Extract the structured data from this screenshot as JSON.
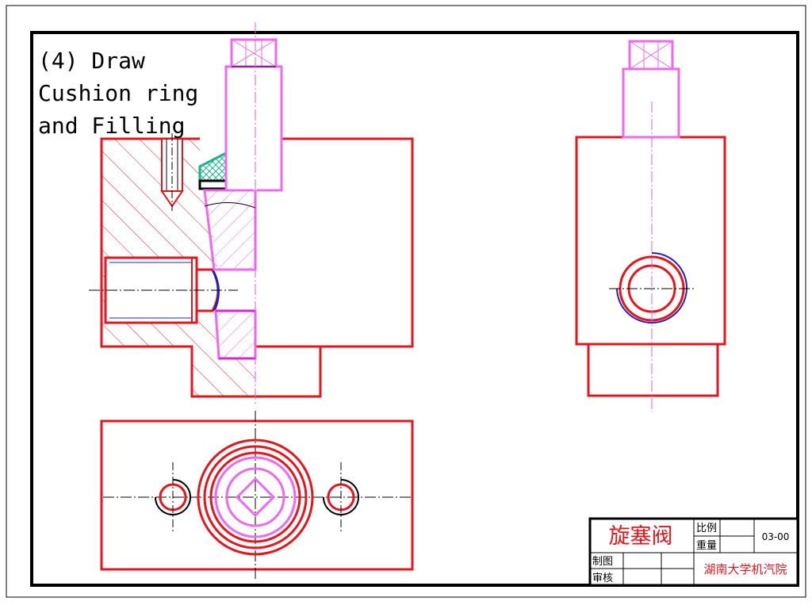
{
  "step": {
    "title": "(4) Draw\nCushion ring\nand Filling"
  },
  "title_block": {
    "part_name": "旋塞阀",
    "scale_label": "比例",
    "weight_label": "重量",
    "drawing_number": "03-00",
    "drawn_by_label": "制图",
    "checked_by_label": "审核",
    "organization": "湖南大学机汽院"
  },
  "colors": {
    "body_outline": "#e8141c",
    "plug": "#f067f0",
    "centerline": "#e060e0",
    "cushion_ring": "#1ab28c",
    "gasket": "#000000",
    "thread_line": "#2020c0",
    "hatch": "#e8141c",
    "frame": "#000000"
  },
  "icons": {
    "square_head": "square-head-icon",
    "bolt_hole": "bolt-hole-icon"
  }
}
